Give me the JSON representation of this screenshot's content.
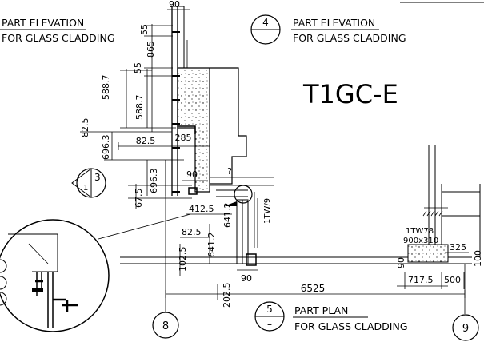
{
  "labels": {
    "part_elevation_left_1": "PART ELEVATION",
    "part_elevation_left_2": "FOR GLASS CLADDING",
    "part_elevation_right_1": "PART ELEVATION",
    "part_elevation_right_2": "FOR GLASS CLADDING",
    "part_plan_1": "PART PLAN",
    "part_plan_2": "FOR GLASS CLADDING",
    "drawing_id": "T1GC-E"
  },
  "bubbles": {
    "elev_num": "4",
    "elev_sep": "–",
    "detail_num": "3",
    "detail_sep": "1",
    "plan_num": "5",
    "plan_sep": "–",
    "grid_8": "8",
    "grid_9": "9"
  },
  "dims": {
    "d90_top": "90",
    "d55a": "55",
    "d865": "865",
    "d55b": "55",
    "d588a": "588.7",
    "d588b": "588.7",
    "d82a": "82.5",
    "d696a": "696.3",
    "d82b": "82.5",
    "d285": "285",
    "d696b": "696.3",
    "d90_mid": "90",
    "q": "?",
    "d67": "67.5",
    "d412": "412.5",
    "d641a": "641.2",
    "d82c": "82.5",
    "d641b": "641.2",
    "d102": "102.5",
    "d90_low": "90",
    "d202": "202.5",
    "d6525": "6525",
    "tw9": "1TW/9",
    "tw78": "1TW78",
    "size": "900x310",
    "d325": "325",
    "d90_right": "90",
    "d100": "100",
    "d717": "717.5",
    "d500": "500"
  }
}
